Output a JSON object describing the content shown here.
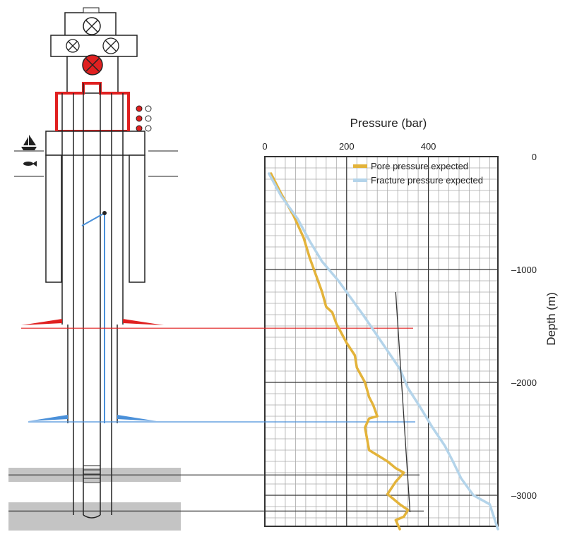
{
  "colors": {
    "pore": "#E3B33A",
    "fracture": "#B4D4EA",
    "red_zone": "#E02020",
    "blue_zone": "#4A90D9",
    "grid_major": "#333333",
    "grid_minor": "#AAAAAA",
    "casing": "#333333",
    "rock": "#C4C4C4"
  },
  "chart_data": {
    "type": "line",
    "title": "",
    "xlabel": "Pressure (bar)",
    "ylabel": "Depth (m)",
    "x_ticks": [
      "0",
      "200",
      "400"
    ],
    "y_ticks": [
      "0",
      "–1000",
      "–2000",
      "–3000"
    ],
    "xlim": [
      0,
      570
    ],
    "ylim": [
      0,
      -3300
    ],
    "grid": true,
    "legend": "top-right",
    "series": [
      {
        "name": "Pore pressure expected",
        "color": "#E3B33A",
        "points": [
          [
            15,
            -150
          ],
          [
            40,
            -330
          ],
          [
            70,
            -520
          ],
          [
            95,
            -720
          ],
          [
            110,
            -900
          ],
          [
            125,
            -1050
          ],
          [
            140,
            -1200
          ],
          [
            150,
            -1330
          ],
          [
            165,
            -1380
          ],
          [
            175,
            -1480
          ],
          [
            200,
            -1650
          ],
          [
            220,
            -1760
          ],
          [
            225,
            -1870
          ],
          [
            245,
            -2000
          ],
          [
            255,
            -2130
          ],
          [
            265,
            -2200
          ],
          [
            275,
            -2300
          ],
          [
            255,
            -2320
          ],
          [
            245,
            -2400
          ],
          [
            255,
            -2600
          ],
          [
            300,
            -2700
          ],
          [
            320,
            -2760
          ],
          [
            340,
            -2800
          ],
          [
            320,
            -2880
          ],
          [
            300,
            -2990
          ],
          [
            330,
            -3080
          ],
          [
            350,
            -3130
          ],
          [
            340,
            -3190
          ],
          [
            320,
            -3220
          ],
          [
            330,
            -3300
          ]
        ]
      },
      {
        "name": "Fracture pressure expected",
        "color": "#B4D4EA",
        "points": [
          [
            10,
            -150
          ],
          [
            40,
            -350
          ],
          [
            80,
            -550
          ],
          [
            110,
            -750
          ],
          [
            140,
            -930
          ],
          [
            180,
            -1100
          ],
          [
            210,
            -1250
          ],
          [
            240,
            -1400
          ],
          [
            270,
            -1560
          ],
          [
            300,
            -1720
          ],
          [
            330,
            -1880
          ],
          [
            350,
            -2050
          ],
          [
            380,
            -2220
          ],
          [
            410,
            -2400
          ],
          [
            440,
            -2560
          ],
          [
            460,
            -2700
          ],
          [
            480,
            -2850
          ],
          [
            510,
            -3000
          ],
          [
            550,
            -3080
          ],
          [
            570,
            -3300
          ]
        ]
      }
    ],
    "annotations": [
      {
        "kind": "trend-line",
        "points": [
          [
            320,
            -1200
          ],
          [
            355,
            -3150
          ]
        ]
      }
    ],
    "depth_markers": [
      {
        "zone": "red",
        "depth": -1520
      },
      {
        "zone": "blue",
        "depth": -2350
      },
      {
        "zone": "rock-top",
        "depth": -2820
      },
      {
        "zone": "rock-lower",
        "depth": -3140
      }
    ]
  }
}
